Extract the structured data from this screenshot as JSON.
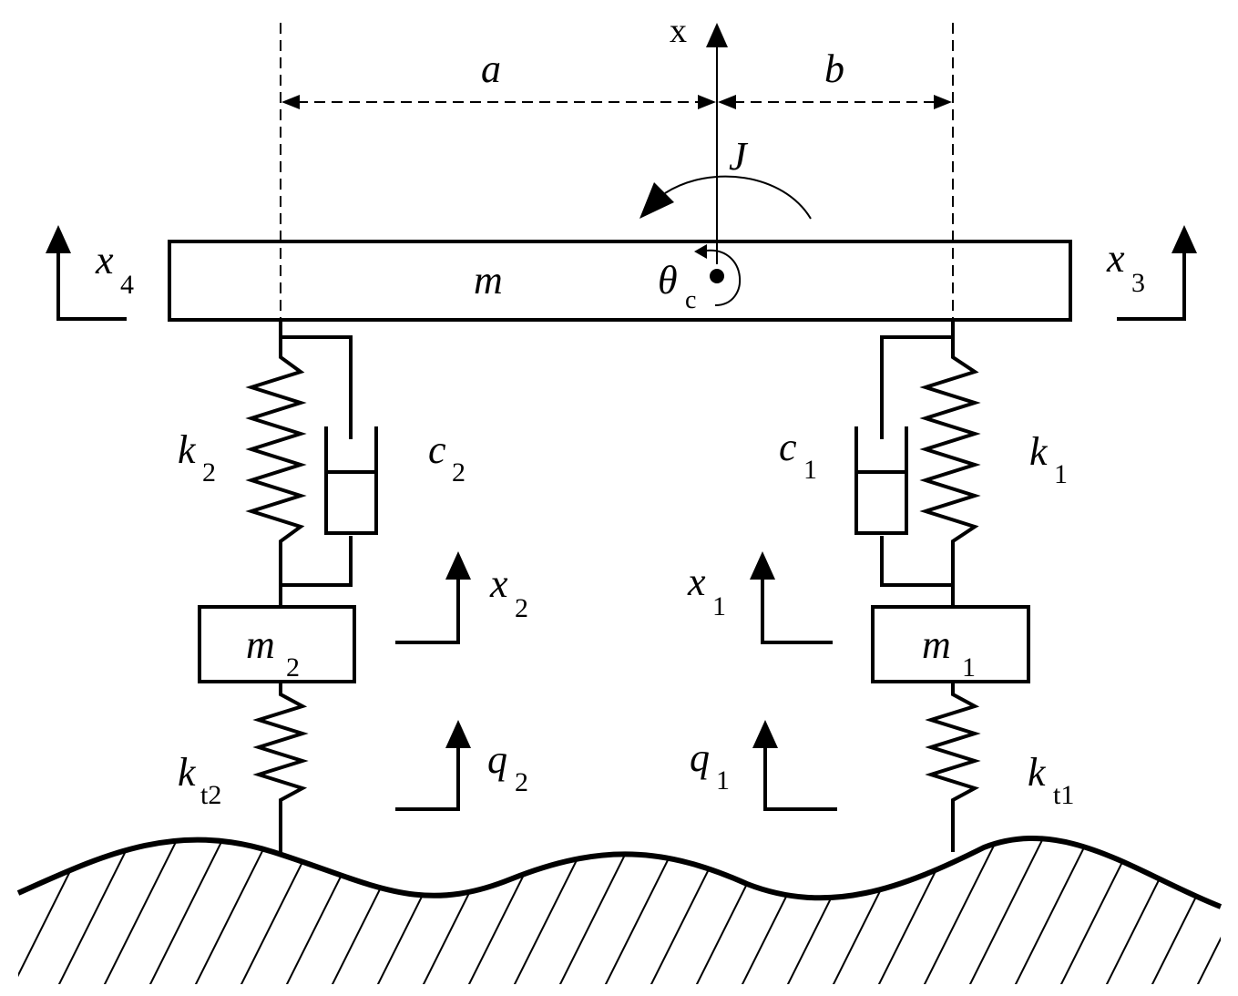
{
  "labels": {
    "x_axis": "x",
    "a": "a",
    "b": "b",
    "J": "J",
    "m": "m",
    "theta": "θ",
    "theta_sub": "c",
    "x4": "x",
    "x4_sub": "4",
    "x3": "x",
    "x3_sub": "3",
    "k2": "k",
    "k2_sub": "2",
    "c2": "c",
    "c2_sub": "2",
    "c1": "c",
    "c1_sub": "1",
    "k1": "k",
    "k1_sub": "1",
    "x2": "x",
    "x2_sub": "2",
    "x1": "x",
    "x1_sub": "1",
    "m2": "m",
    "m2_sub": "2",
    "m1": "m",
    "m1_sub": "1",
    "kt2": "k",
    "kt2_sub": "t2",
    "q2": "q",
    "q2_sub": "2",
    "q1": "q",
    "q1_sub": "1",
    "kt1": "k",
    "kt1_sub": "t1"
  }
}
